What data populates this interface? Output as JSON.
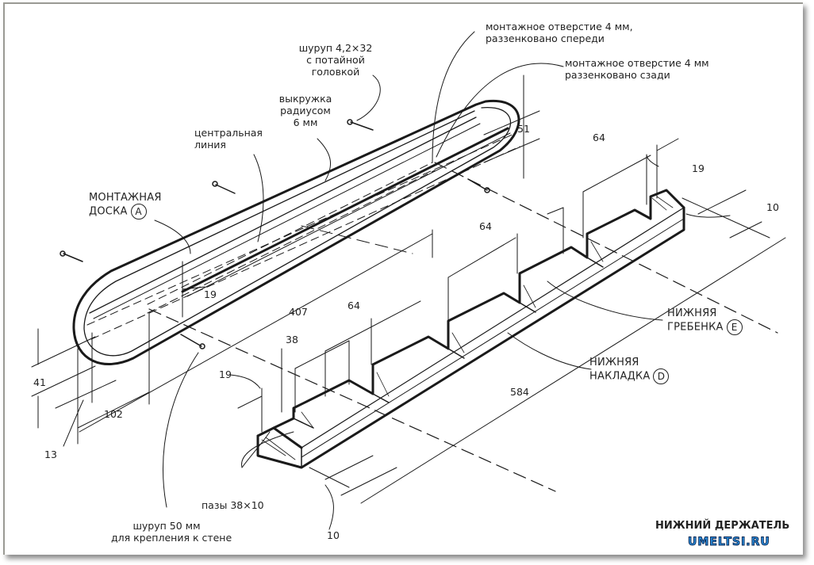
{
  "title": "НИЖНИЙ ДЕРЖАТЕЛЬ",
  "watermark": "UMELTSI.RU",
  "colors": {
    "line": "#1a1a1a",
    "brand": "#2a8fe0",
    "frame": "#9a9a94"
  },
  "parts": {
    "mounting_board": {
      "name_line1": "МОНТАЖНАЯ",
      "name_line2": "ДОСКА",
      "letter": "A"
    },
    "lower_comb": {
      "name_line1": "НИЖНЯЯ",
      "name_line2": "ГРЕБЕНКА",
      "letter": "E"
    },
    "lower_strip": {
      "name_line1": "НИЖНЯЯ",
      "name_line2": "НАКЛАДКА",
      "letter": "D"
    }
  },
  "callouts": {
    "hole_front": {
      "line1": "монтажное отверстие 4 мм,",
      "line2": "раззенковано спереди"
    },
    "hole_back": {
      "line1": "монтажное отверстие 4 мм",
      "line2": "раззенковано сзади"
    },
    "screw_countersunk": {
      "line1": "шуруп 4,2×32",
      "line2": "с потайной",
      "line3": "головкой"
    },
    "cove": {
      "line1": "выкружка",
      "line2": "радиусом",
      "line3": "6 мм"
    },
    "center_line": {
      "line1": "центральная",
      "line2": "линия"
    },
    "grooves": "пазы 38×10",
    "wall_screw": {
      "line1": "шуруп 50 мм",
      "line2": "для крепления к стене"
    }
  },
  "dimensions": {
    "d51": "51",
    "d64_top": "64",
    "d19_top": "19",
    "d10_right": "10",
    "d64_mid": "64",
    "d64_low": "64",
    "d19_board": "19",
    "d407": "407",
    "d38": "38",
    "d19_left": "19",
    "d41": "41",
    "d102": "102",
    "d13": "13",
    "d584": "584",
    "d10_bottom": "10"
  }
}
